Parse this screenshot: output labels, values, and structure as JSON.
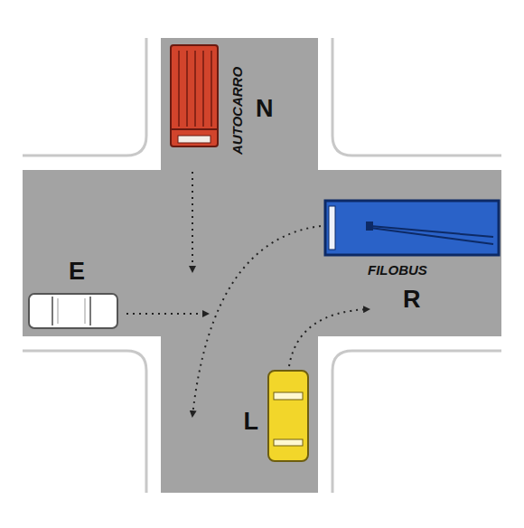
{
  "diagram": {
    "labels": [
      "AUTOCARRO",
      "N",
      "E",
      "FILOBUS",
      "R",
      "L"
    ]
  }
}
